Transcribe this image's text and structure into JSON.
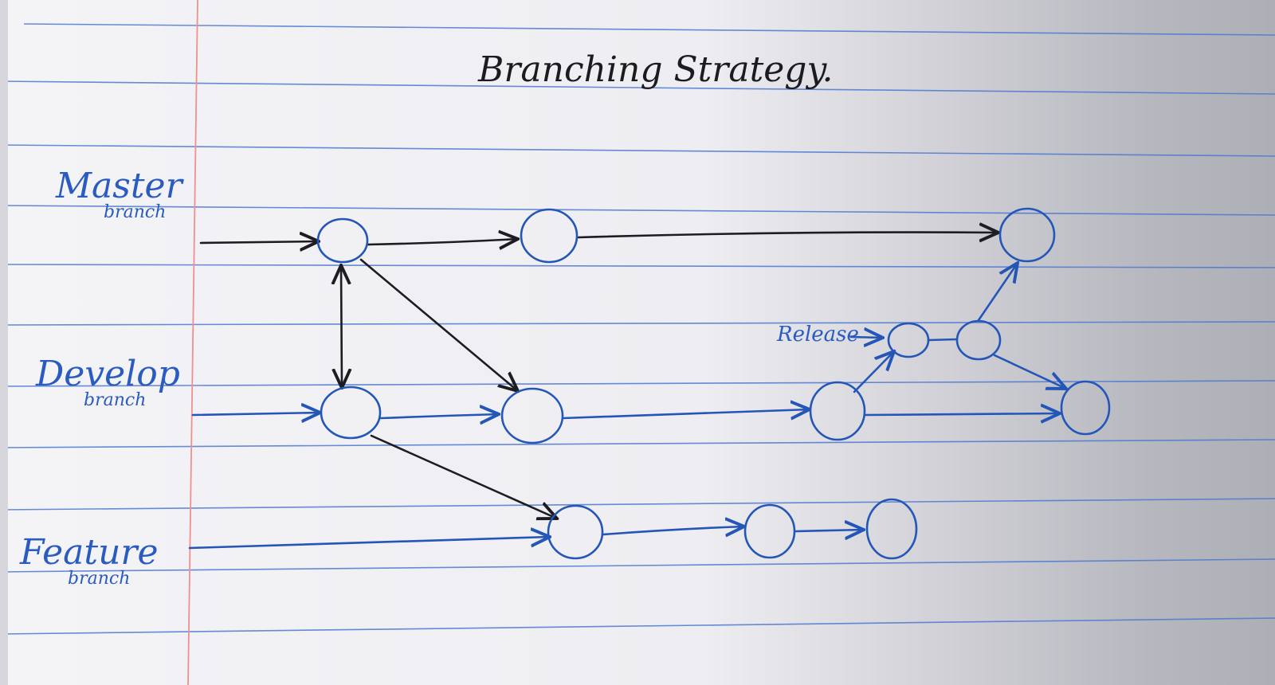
{
  "title": "Branching Strategy.",
  "branches": [
    {
      "id": "master",
      "label": "Master",
      "sublabel": "branch"
    },
    {
      "id": "develop",
      "label": "Develop",
      "sublabel": "branch"
    },
    {
      "id": "feature",
      "label": "Feature",
      "sublabel": "branch"
    }
  ],
  "release_label": "Release",
  "colors": {
    "ink_black": "#1c1c22",
    "ink_blue": "#2456b8",
    "ruled_line": "#4d78d0",
    "margin_line": "#f0908e"
  }
}
